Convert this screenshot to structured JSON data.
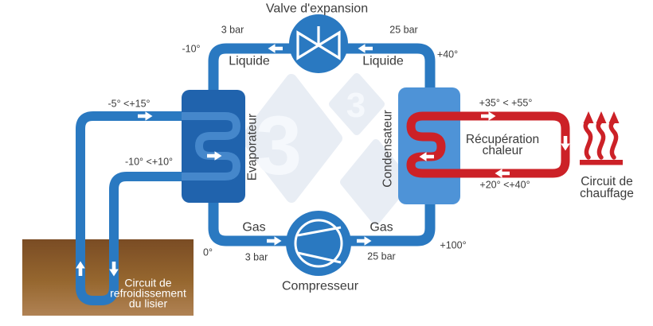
{
  "components": {
    "expansion_valve": {
      "label": "Valve d'expansion"
    },
    "compressor": {
      "label": "Compresseur"
    },
    "evaporator": {
      "label": "Evaporateur"
    },
    "condenser": {
      "label": "Condensateur"
    },
    "heat_recovery": {
      "line1": "Récupération",
      "line2": "chaleur"
    },
    "heating_circuit": {
      "line1": "Circuit de",
      "line2": "chauffage"
    },
    "slurry_pit": {
      "line1": "Circuit de",
      "line2": "refroidissement",
      "line3": "du lisier"
    }
  },
  "refrigerant": {
    "top_left": {
      "pressure": "3 bar",
      "state": "Liquide",
      "temperature": "-10°"
    },
    "top_right": {
      "pressure": "25 bar",
      "state": "Liquide",
      "temperature": "+40°"
    },
    "bottom_left": {
      "pressure": "3 bar",
      "state": "Gas",
      "temperature": "0°"
    },
    "bottom_right": {
      "pressure": "25 bar",
      "state": "Gas",
      "temperature": "+100°"
    }
  },
  "slurry_circuit": {
    "supply_temperature": "-5° <+15°",
    "return_temperature": "-10° <+10°"
  },
  "heating_loop": {
    "flow_temperature": "+35° < +55°",
    "return_temperature": "+20° <+40°"
  },
  "watermark": {
    "digit": "3"
  },
  "colors": {
    "pipe_blue": "#2a79c1",
    "evaporator_blue": "#2063ad",
    "condenser_blue": "#4e93d7",
    "coil_blue": "#4587cb",
    "accent_red": "#cc2127",
    "pit_brown_top": "#7a4c24",
    "pit_brown_bottom": "#b08254",
    "watermark_blue": "#e8edf4"
  }
}
